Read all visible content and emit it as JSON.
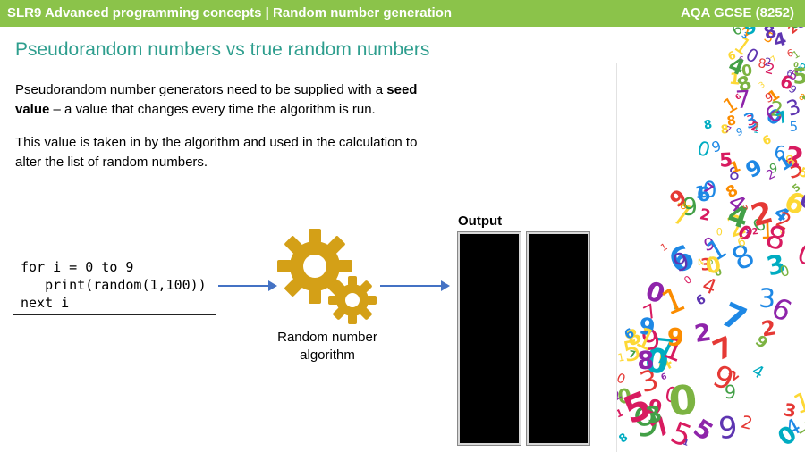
{
  "header": {
    "left_title": "SLR9 Advanced programming concepts | Random number generation",
    "right_title": "AQA GCSE (8252)"
  },
  "slide": {
    "title": "Pseudorandom numbers vs true random numbers",
    "para1_pre": "Pseudorandom number generators need to be supplied with a ",
    "para1_bold": "seed value",
    "para1_post": " – a value that changes every time the algorithm is run.",
    "para2": "This value is taken in by the algorithm and used in the calculation to alter the list of random numbers."
  },
  "code": {
    "line1": "for i = 0 to 9",
    "line2": "   print(random(1,100))",
    "line3": "next i"
  },
  "algorithm_label": "Random number algorithm",
  "output_label": "Output",
  "colors": {
    "header_green": "#8BC34A",
    "title_teal": "#2E9E8E",
    "arrow_blue": "#4472C4",
    "gear_gold": "#D4A017"
  },
  "decor_digits": "0123456789"
}
